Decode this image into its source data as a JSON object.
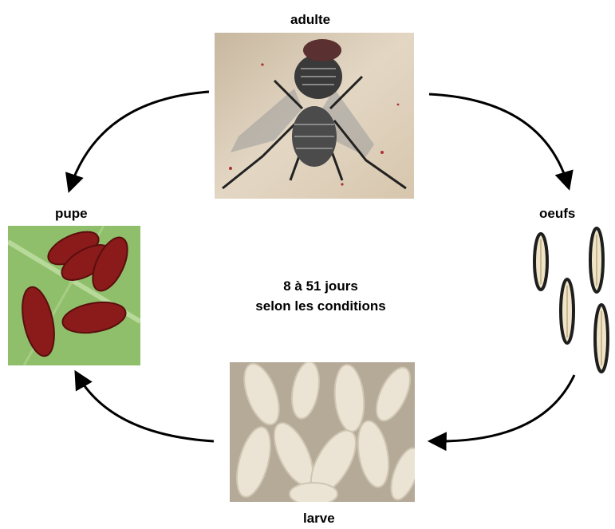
{
  "stages": {
    "adult": {
      "label": "adulte",
      "icon": "fly-photo"
    },
    "eggs": {
      "label": "oeufs",
      "icon": "eggs-photo"
    },
    "larva": {
      "label": "larve",
      "icon": "maggots-photo"
    },
    "pupa": {
      "label": "pupe",
      "icon": "pupae-photo"
    }
  },
  "duration": {
    "line1": "8 à 51 jours",
    "line2": "selon les conditions"
  },
  "colors": {
    "arrow": "#000000",
    "text": "#000000",
    "pupa_red": "#8b1a1a",
    "leaf_green": "#8fbf6a",
    "larva_cream": "#e8e0cf"
  }
}
